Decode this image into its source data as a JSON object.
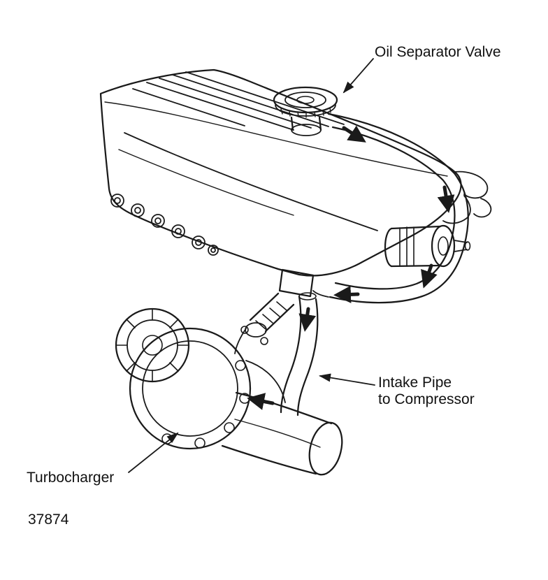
{
  "diagram": {
    "figure_number": "37874",
    "labels": {
      "oil_separator_valve": "Oil Separator Valve",
      "intake_pipe_line1": "Intake Pipe",
      "intake_pipe_line2": "to Compressor",
      "turbocharger": "Turbocharger"
    },
    "parts": [
      "valve-cover",
      "oil-separator-cap",
      "separator-valve-body",
      "hose-loop",
      "breather-port",
      "flex-coupling",
      "intake-pipe",
      "turbo-inlet-cap",
      "turbo-housing",
      "compressor-outlet-pipe"
    ],
    "colors": {
      "line": "#1a1a1a",
      "background": "#ffffff"
    }
  }
}
